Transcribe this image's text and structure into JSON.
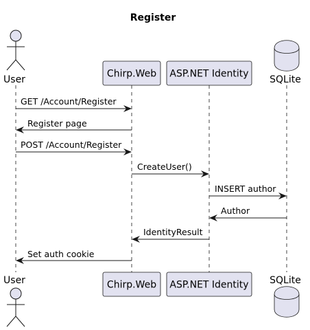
{
  "diagram": {
    "title": "Register",
    "colors": {
      "participant_fill": "#E2E2F0",
      "stroke": "#181818",
      "text": "#000000"
    },
    "participants": [
      {
        "id": "user",
        "label": "User",
        "kind": "actor"
      },
      {
        "id": "web",
        "label": "Chirp.Web",
        "kind": "participant"
      },
      {
        "id": "identity",
        "label": "ASP.NET Identity",
        "kind": "participant"
      },
      {
        "id": "db",
        "label": "SQLite",
        "kind": "database"
      }
    ],
    "messages": [
      {
        "from": "user",
        "to": "web",
        "label": "GET /Account/Register"
      },
      {
        "from": "web",
        "to": "user",
        "label": "Register page"
      },
      {
        "from": "user",
        "to": "web",
        "label": "POST /Account/Register"
      },
      {
        "from": "web",
        "to": "identity",
        "label": "CreateUser()"
      },
      {
        "from": "identity",
        "to": "db",
        "label": "INSERT author"
      },
      {
        "from": "db",
        "to": "identity",
        "label": "Author"
      },
      {
        "from": "identity",
        "to": "web",
        "label": "IdentityResult"
      },
      {
        "from": "web",
        "to": "user",
        "label": "Set auth cookie"
      }
    ]
  }
}
